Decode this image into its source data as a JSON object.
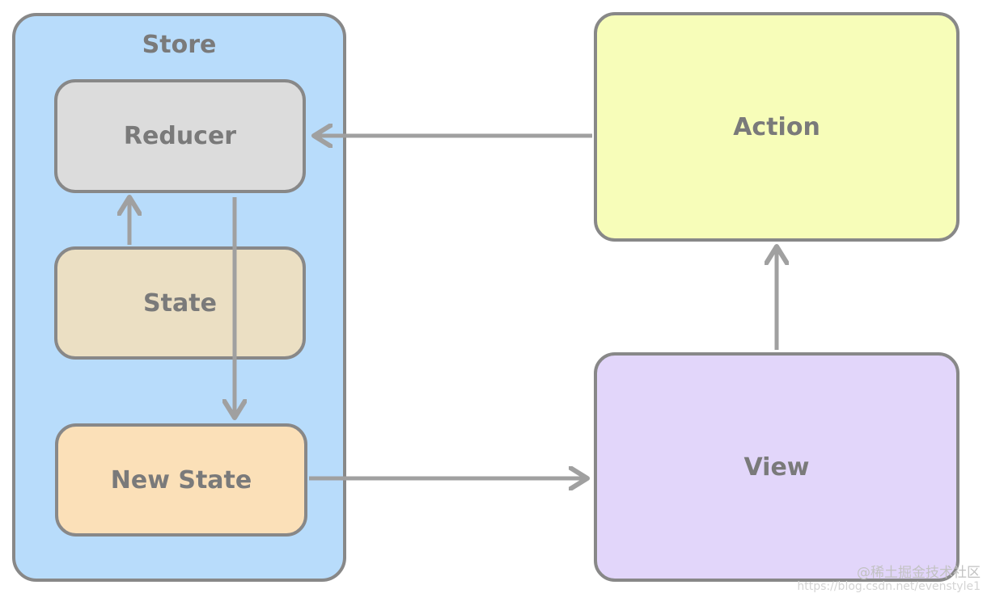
{
  "nodes": {
    "store": {
      "label": "Store",
      "fill": "#b8dcfb"
    },
    "reducer": {
      "label": "Reducer",
      "fill": "#dcdcdc"
    },
    "state": {
      "label": "State",
      "fill": "#ebdfc3"
    },
    "new_state": {
      "label": "New State",
      "fill": "#fbe0b8"
    },
    "action": {
      "label": "Action",
      "fill": "#f7fdb9"
    },
    "view": {
      "label": "View",
      "fill": "#e2d6fa"
    }
  },
  "edges": [
    {
      "from": "Action",
      "to": "Reducer"
    },
    {
      "from": "State",
      "to": "Reducer"
    },
    {
      "from": "Reducer",
      "to": "New State"
    },
    {
      "from": "New State",
      "to": "View"
    },
    {
      "from": "View",
      "to": "Action"
    }
  ],
  "colors": {
    "border": "#888888",
    "arrow": "#a0a0a0",
    "text": "#7a7a7a"
  },
  "watermark": {
    "text": "@稀土掘金技术社区",
    "sub": "https://blog.csdn.net/evenstyle1"
  }
}
